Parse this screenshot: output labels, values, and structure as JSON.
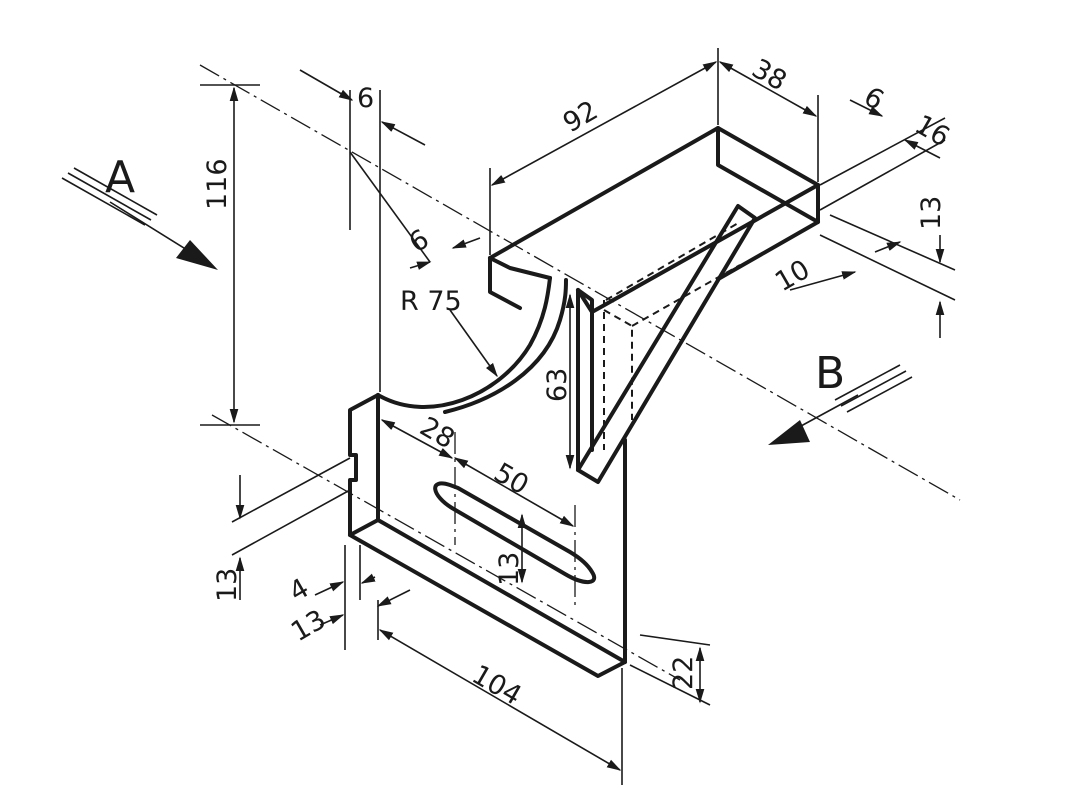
{
  "views": {
    "a": "A",
    "b": "B"
  },
  "radius_label": "R 75",
  "dimensions": {
    "d116": "116",
    "d6_top": "6",
    "d6_mid": "6",
    "d92": "92",
    "d38": "38",
    "d6_right": "6",
    "d16": "16",
    "d13_right": "13",
    "d10": "10",
    "d63": "63",
    "d28": "28",
    "d50": "50",
    "d13_slot": "13",
    "d13_left": "13",
    "d4": "4",
    "d13_bottom": "13",
    "d104": "104",
    "d22": "22"
  }
}
